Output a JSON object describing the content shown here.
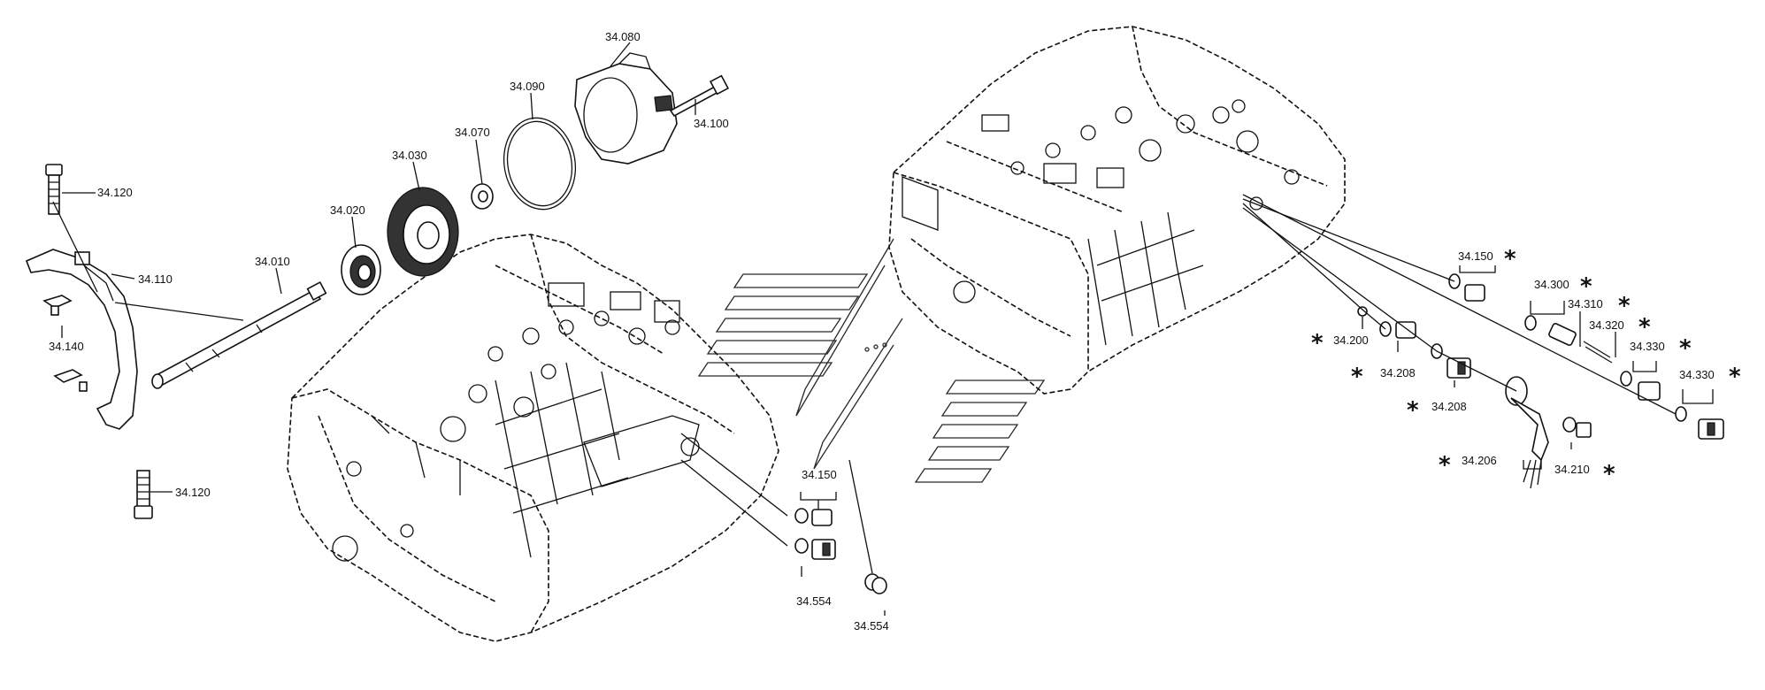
{
  "diagram": {
    "callouts": {
      "c_34_080": "34.080",
      "c_34_090": "34.090",
      "c_34_100": "34.100",
      "c_34_070": "34.070",
      "c_34_030": "34.030",
      "c_34_020": "34.020",
      "c_34_010": "34.010",
      "c_34_120_top": "34.120",
      "c_34_110": "34.110",
      "c_34_140": "34.140",
      "c_34_120_bottom": "34.120",
      "c_34_150_left": "34.150",
      "c_34_554_a": "34.554",
      "c_34_554_b": "34.554",
      "c_34_150_right": "34.150",
      "c_34_300": "34.300",
      "c_34_310": "34.310",
      "c_34_320": "34.320",
      "c_34_330_a": "34.330",
      "c_34_330_b": "34.330",
      "c_34_200": "34.200",
      "c_34_208_a": "34.208",
      "c_34_208_b": "34.208",
      "c_34_206": "34.206",
      "c_34_210": "34.210"
    },
    "asterisk": "*"
  }
}
